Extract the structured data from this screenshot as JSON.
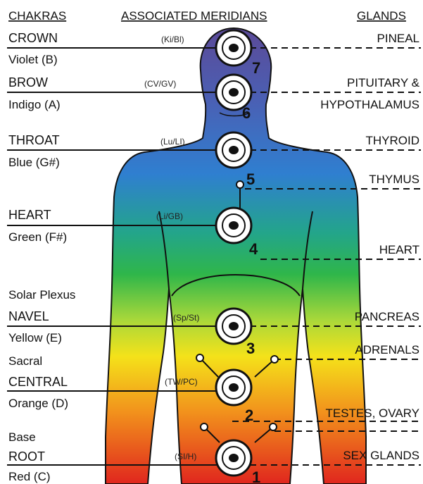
{
  "headers": {
    "chakras": "CHAKRAS",
    "meridians": "ASSOCIATED MERIDIANS",
    "glands": "GLANDS"
  },
  "chakras": [
    {
      "number": "7",
      "name": "CROWN",
      "color": "Violet (B)",
      "meridian": "(Ki/Bl)"
    },
    {
      "number": "6",
      "name": "BROW",
      "color": "Indigo (A)",
      "meridian": "(CV/GV)"
    },
    {
      "number": "5",
      "name": "THROAT",
      "color": "Blue (G#)",
      "meridian": "(Lu/LI)"
    },
    {
      "number": "4",
      "name": "HEART",
      "color": "Green (F#)",
      "meridian": "(Li/GB)"
    },
    {
      "number": "3",
      "name": "NAVEL",
      "subtitle": "Solar Plexus",
      "color": "Yellow (E)",
      "meridian": "(Sp/St)"
    },
    {
      "number": "2",
      "name": "CENTRAL",
      "subtitle": "Sacral",
      "color": "Orange (D)",
      "meridian": "(TW/PC)"
    },
    {
      "number": "1",
      "name": "ROOT",
      "subtitle": "Base",
      "color": "Red (C)",
      "meridian": "(SI/H)"
    }
  ],
  "glands": {
    "pineal": "PINEAL",
    "pituitary_1": "PITUITARY &",
    "pituitary_2": "HYPOTHALAMUS",
    "thyroid": "THYROID",
    "thymus": "THYMUS",
    "heart": "HEART",
    "pancreas": "PANCREAS",
    "adrenals": "ADRENALS",
    "testes": "TESTES, OVARY",
    "sex": "SEX GLANDS"
  },
  "colors": {
    "violet": "#5b4a98",
    "indigo": "#3b5db0",
    "blue": "#2f7fd0",
    "green": "#27b24a",
    "yellow": "#f4e21a",
    "orange": "#f2931c",
    "red": "#e0261e"
  }
}
